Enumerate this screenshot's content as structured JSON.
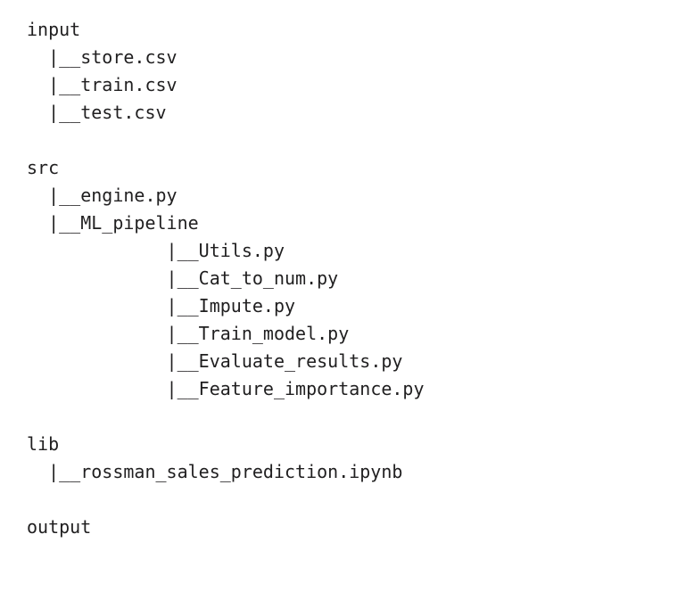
{
  "view": {
    "kind": "directory-tree",
    "background_color": "#ffffff",
    "text_color": "#201f20",
    "branch_glyph": "|__"
  },
  "tree": {
    "nodes": [
      {
        "type": "dir",
        "name": "input",
        "level": 0,
        "branch": ""
      },
      {
        "type": "file",
        "name": "store.csv",
        "level": 1,
        "branch": "|__"
      },
      {
        "type": "file",
        "name": "train.csv",
        "level": 1,
        "branch": "|__"
      },
      {
        "type": "file",
        "name": "test.csv",
        "level": 1,
        "branch": "|__"
      },
      {
        "type": "blank",
        "name": "",
        "level": 0,
        "branch": ""
      },
      {
        "type": "dir",
        "name": "src",
        "level": 0,
        "branch": ""
      },
      {
        "type": "file",
        "name": "engine.py",
        "level": 1,
        "branch": "|__"
      },
      {
        "type": "dir",
        "name": "ML_pipeline",
        "level": 1,
        "branch": "|__"
      },
      {
        "type": "file",
        "name": "Utils.py",
        "level": 2,
        "branch": "|__"
      },
      {
        "type": "file",
        "name": "Cat_to_num.py",
        "level": 2,
        "branch": "|__"
      },
      {
        "type": "file",
        "name": "Impute.py",
        "level": 2,
        "branch": "|__"
      },
      {
        "type": "file",
        "name": "Train_model.py",
        "level": 2,
        "branch": "|__"
      },
      {
        "type": "file",
        "name": "Evaluate_results.py",
        "level": 2,
        "branch": "|__"
      },
      {
        "type": "file",
        "name": "Feature_importance.py",
        "level": 2,
        "branch": "|__"
      },
      {
        "type": "blank",
        "name": "",
        "level": 0,
        "branch": ""
      },
      {
        "type": "dir",
        "name": "lib",
        "level": 0,
        "branch": ""
      },
      {
        "type": "file",
        "name": "rossman_sales_prediction.ipynb",
        "level": 1,
        "branch": "|__"
      },
      {
        "type": "blank",
        "name": "",
        "level": 0,
        "branch": ""
      },
      {
        "type": "dir",
        "name": "output",
        "level": 0,
        "branch": ""
      }
    ]
  }
}
